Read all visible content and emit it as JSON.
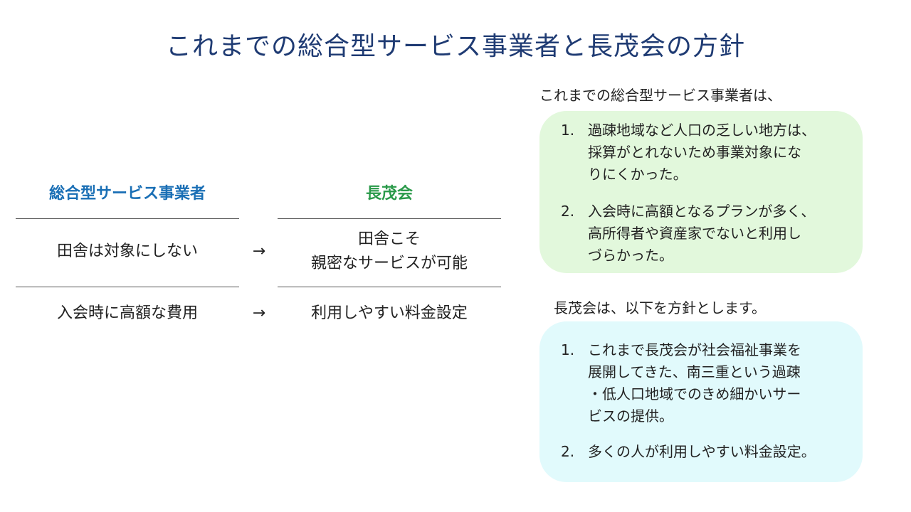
{
  "title": "これまでの総合型サービス事業者と長茂会の方針",
  "comparison": {
    "header_left": "総合型サービス事業者",
    "header_right": "長茂会",
    "header_left_color": "#1a6fb5",
    "header_right_color": "#2a9a4a",
    "rows": [
      {
        "left": "田舎は対象にしない",
        "arrow": "→",
        "right_line1": "田舎こそ",
        "right_line2": "親密なサービスが可能"
      },
      {
        "left": "入会時に高額な費用",
        "arrow": "→",
        "right_line1": "利用しやすい料金設定",
        "right_line2": ""
      }
    ]
  },
  "past": {
    "intro": "これまでの総合型サービス事業者は、",
    "items": [
      {
        "num": "1.",
        "text": "過疎地域など人口の乏しい地方は、\n採算がとれないため事業対象にな\nりにくかった。"
      },
      {
        "num": "2.",
        "text": "入会時に高額となるプランが多く、\n高所得者や資産家でないと利用し\nづらかった。"
      }
    ],
    "box_color": "#e2f8dc"
  },
  "policy": {
    "intro": "長茂会は、以下を方針とします。",
    "items": [
      {
        "num": "1.",
        "text": "これまで長茂会が社会福祉事業を\n展開してきた、南三重という過疎\n・低人口地域でのきめ細かいサー\nビスの提供。"
      },
      {
        "num": "2.",
        "text": "多くの人が利用しやすい料金設定。"
      }
    ],
    "box_color": "#e1fafc"
  }
}
